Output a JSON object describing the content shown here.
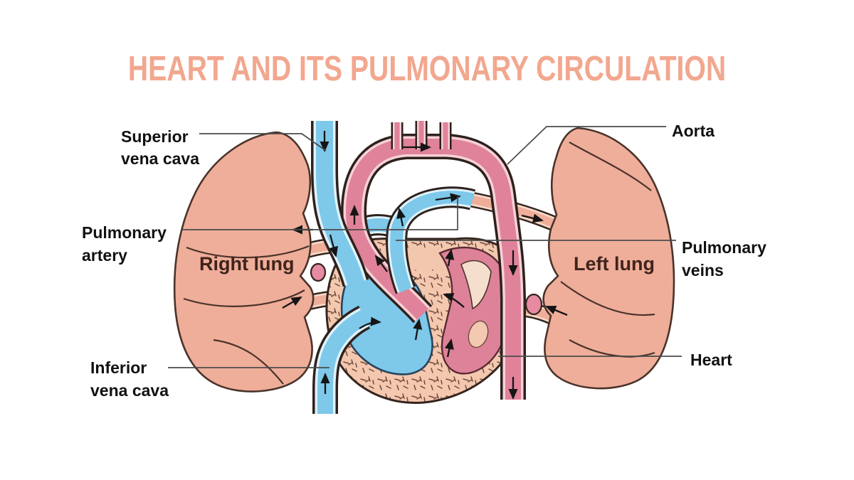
{
  "title": {
    "text": "HEART AND ITS PULMONARY CIRCULATION",
    "color": "#F2A78F"
  },
  "labels": {
    "superior_vena_cava": {
      "line1": "Superior",
      "line2": "vena cava"
    },
    "pulmonary_artery": {
      "line1": "Pulmonary",
      "line2": "artery"
    },
    "inferior_vena_cava": {
      "line1": "Inferior",
      "line2": "vena cava"
    },
    "aorta": {
      "text": "Aorta"
    },
    "pulmonary_veins": {
      "line1": "Pulmonary",
      "line2": "veins"
    },
    "heart": {
      "text": "Heart"
    },
    "right_lung": {
      "text": "Right lung"
    },
    "left_lung": {
      "text": "Left lung"
    }
  },
  "palette": {
    "background": "#FFFFFF",
    "title_salmon": "#F2A78F",
    "lung_peach": "#EFAE9A",
    "deoxygenated_blue": "#7EC8EA",
    "oxygenated_pink": "#E0839A",
    "heart_muscle_peach": "#F4C8AF",
    "outline_dark": "#35251E",
    "label_text": "#111111",
    "lung_label_text": "#40231C",
    "leader_line": "#4B4B4B",
    "flow_arrow": "#151515"
  },
  "icons": {
    "flow_arrow": "solid black arrowhead showing blood-flow direction"
  }
}
